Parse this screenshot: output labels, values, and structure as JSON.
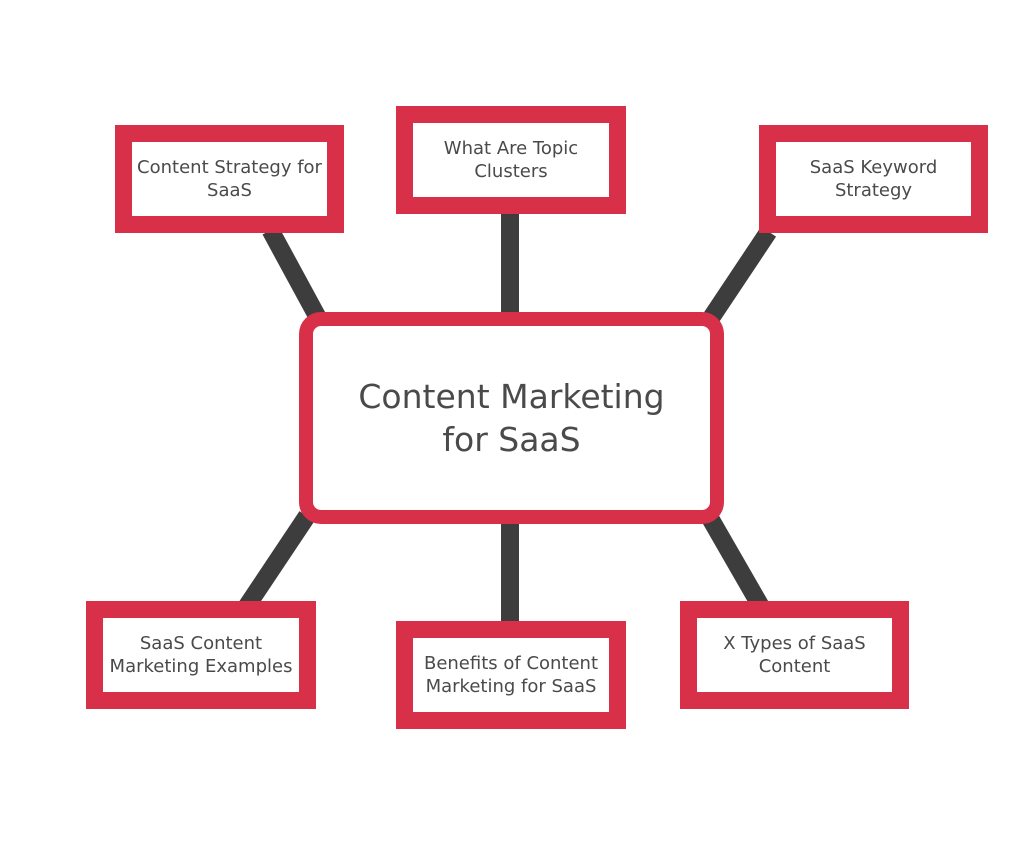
{
  "diagram": {
    "colors": {
      "node_border": "#d9304a",
      "connector": "#3d3d3d",
      "text": "#4a4a4a",
      "background": "#ffffff"
    },
    "center": {
      "label": "Content Marketing for SaaS"
    },
    "nodes": {
      "top_left": {
        "label": "Content Strategy for SaaS"
      },
      "top_center": {
        "label": "What Are Topic Clusters"
      },
      "top_right": {
        "label": "SaaS Keyword Strategy"
      },
      "bottom_left": {
        "label": "SaaS Content Marketing Examples"
      },
      "bottom_center": {
        "label": "Benefits of Content Marketing for SaaS"
      },
      "bottom_right": {
        "label": "X Types of SaaS Content"
      }
    }
  }
}
